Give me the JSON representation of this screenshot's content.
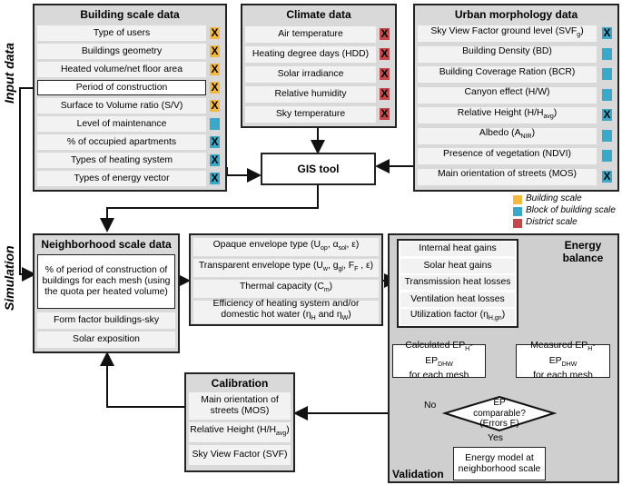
{
  "side_labels": {
    "input": "Input data",
    "simulation": "Simulation"
  },
  "building": {
    "title": "Building scale data",
    "items": [
      {
        "label": "Type of users",
        "mark": "X",
        "color": "yellow"
      },
      {
        "label": "Buildings geometry",
        "mark": "X",
        "color": "yellow"
      },
      {
        "label": "Heated volume/net floor area",
        "mark": "X",
        "color": "yellow"
      },
      {
        "label": "Period of construction",
        "mark": "X",
        "color": "yellow"
      },
      {
        "label": "Surface to Volume ratio (S/V)",
        "mark": "X",
        "color": "yellow"
      },
      {
        "label": "Level of maintenance",
        "mark": "",
        "color": "blue"
      },
      {
        "label": "% of occupied apartments",
        "mark": "X",
        "color": "blue"
      },
      {
        "label": "Types of heating system",
        "mark": "X",
        "color": "blue"
      },
      {
        "label": "Types of energy vector",
        "mark": "X",
        "color": "blue"
      }
    ]
  },
  "climate": {
    "title": "Climate data",
    "items": [
      {
        "label": "Air temperature",
        "mark": "X",
        "color": "red"
      },
      {
        "label": "Heating degree days (HDD)",
        "mark": "X",
        "color": "red"
      },
      {
        "label": "Solar irradiance",
        "mark": "X",
        "color": "red"
      },
      {
        "label": "Relative humidity",
        "mark": "X",
        "color": "red"
      },
      {
        "label": "Sky temperature",
        "mark": "X",
        "color": "red"
      }
    ]
  },
  "urban": {
    "title": "Urban morphology data",
    "items": [
      {
        "label": "Sky View Factor ground level (SVF",
        "sub": "g",
        "tail": ")",
        "mark": "X",
        "color": "blue"
      },
      {
        "label": "Building Density (BD)",
        "sub": "",
        "tail": "",
        "mark": "",
        "color": "blue"
      },
      {
        "label": "Building Coverage Ration (BCR)",
        "sub": "",
        "tail": "",
        "mark": "",
        "color": "blue"
      },
      {
        "label": "Canyon effect (H/W)",
        "sub": "",
        "tail": "",
        "mark": "",
        "color": "blue"
      },
      {
        "label": "Relative Height (H/H",
        "sub": "avg",
        "tail": ")",
        "mark": "X",
        "color": "blue"
      },
      {
        "label": "Albedo (A",
        "sub": "NIR",
        "tail": ")",
        "mark": "",
        "color": "blue"
      },
      {
        "label": "Presence of vegetation (NDVI)",
        "sub": "",
        "tail": "",
        "mark": "",
        "color": "blue"
      },
      {
        "label": "Main orientation of streets (MOS)",
        "sub": "",
        "tail": "",
        "mark": "X",
        "color": "blue"
      }
    ]
  },
  "colors": {
    "yellow": "#f5b942",
    "blue": "#3aa9c9",
    "red": "#c4484b"
  },
  "legend": [
    {
      "label": "Building scale",
      "color": "yellow"
    },
    {
      "label": "Block of building scale",
      "color": "blue"
    },
    {
      "label": "District scale",
      "color": "red"
    }
  ],
  "gis": "GIS tool",
  "neighborhood": {
    "title": "Neighborhood scale data",
    "items": [
      "% of period of construction of buildings for each mesh (using the quota per heated volume)",
      "Form factor buildings-sky",
      "Solar exposition"
    ]
  },
  "envelope": {
    "opaque": {
      "a": "Opaque envelope type (U",
      "s1": "op",
      "b": ", α",
      "s2": "sol",
      "c": ", ε)"
    },
    "transparent": {
      "a": "Transparent envelope type (U",
      "s1": "w",
      "b": ", g",
      "s2": "gl",
      "c": ", F",
      "s3": "F",
      "d": " , ε)"
    },
    "thermal": {
      "a": "Thermal capacity (C",
      "s1": "m",
      "b": ")"
    },
    "efficiency": {
      "line1": "Efficiency of heating system and/or",
      "a": "domestic hot water (η",
      "s1": "H",
      "b": " and η",
      "s2": "W",
      "c": ")"
    }
  },
  "energy": {
    "title": "Energy balance",
    "items": [
      "Internal heat gains",
      "Solar heat gains",
      "Transmission heat losses",
      "Ventilation heat losses"
    ],
    "utilization": {
      "a": "Utilization factor (η",
      "s": "H,gn",
      "b": ")"
    },
    "calculated": {
      "a": "Calculated EP",
      "s1": "H",
      "b": "-EP",
      "s2": "DHW",
      "c": "for each mesh"
    },
    "measured": {
      "a": "Measured EP",
      "s1": "H",
      "b": "-EP",
      "s2": "DHW",
      "c": "for each mesh"
    },
    "decision": {
      "line1": "EP",
      "line2": "comparable?",
      "line3": "(Errors E)"
    },
    "no": "No",
    "yes": "Yes",
    "model": "Energy model at neighborhood scale",
    "validation": "Validation"
  },
  "calibration": {
    "title": "Calibration",
    "items": [
      {
        "a": "Main orientation of streets (MOS)",
        "s": "",
        "b": ""
      },
      {
        "a": "Relative Height (H/H",
        "s": "avg",
        "b": ")"
      },
      {
        "a": "Sky View Factor (SVF)",
        "s": "",
        "b": ""
      }
    ]
  }
}
